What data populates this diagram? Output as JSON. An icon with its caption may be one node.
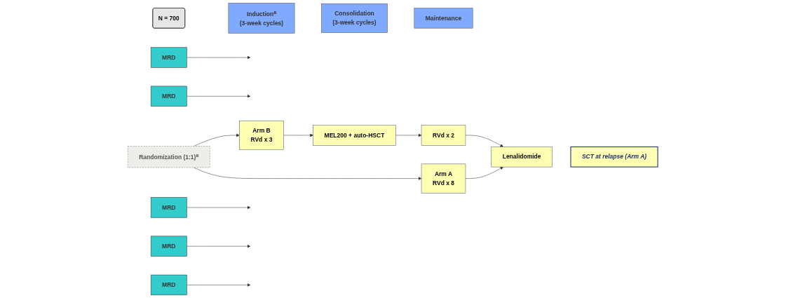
{
  "diagram": {
    "nodes": [
      {
        "text": [
          "Induction$^{a}$",
          "(3-week cycles)"
        ]
      },
      {
        "text": [
          "Consolidation",
          "(3-week cycles)"
        ]
      },
      {
        "text": [
          "Maintenance"
        ]
      },
      {
        "text": [
          "Randomization (1:1)$^{a}$"
        ]
      },
      {
        "text": [
          "Arm B",
          "RVd x 3"
        ]
      },
      {
        "text": [
          "MEL200 + auto-HSCT"
        ]
      },
      {
        "text": [
          "RVd x 2"
        ]
      },
      {
        "text": [
          "Lenalidomide"
        ]
      },
      {
        "text": [
          "Arm A",
          "RVd x 8"
        ]
      },
      {
        "text": [
          "MRD"
        ]
      },
      {
        "text": [
          "MRD"
        ]
      },
      {
        "text": [
          "MRD"
        ]
      },
      {
        "text": [
          "MRD"
        ]
      },
      {
        "text": [
          "MRD"
        ]
      },
      {
        "text": [
          "SCT at relapse (Arm A)"
        ]
      },
      {
        "text": [
          "N = 700"
        ]
      }
    ],
    "edges": [
      {
        "from": 3,
        "to": 4,
        "arrow": "to"
      },
      {
        "from": 3,
        "to": 8,
        "arrow": "to"
      },
      {
        "from": 4,
        "to": 5,
        "arrow": "to"
      },
      {
        "from": 5,
        "to": 6,
        "arrow": "to"
      },
      {
        "from": 6,
        "to": 7,
        "arrow": "to"
      },
      {
        "from": 8,
        "to": 7,
        "arrow": "to"
      },
      {
        "from": 9,
        "to": null,
        "arrow": "to"
      },
      {
        "from": 10,
        "to": null,
        "arrow": "to"
      },
      {
        "from": 11,
        "to": null,
        "arrow": "to"
      },
      {
        "from": 12,
        "to": null,
        "arrow": "to"
      },
      {
        "from": 13,
        "to": null,
        "arrow": "to"
      }
    ]
  }
}
